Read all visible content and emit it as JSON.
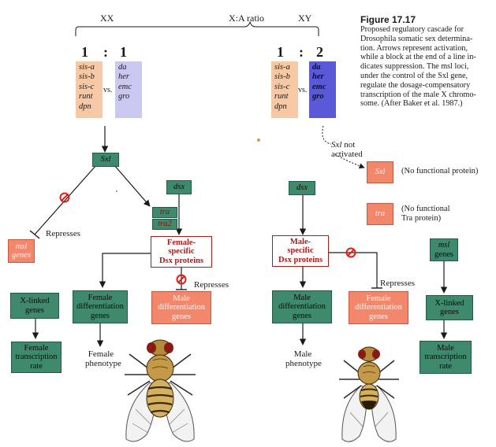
{
  "header": {
    "xx": "XX",
    "ratio": "X:A ratio",
    "xy": "XY"
  },
  "female": {
    "ratio_num": "1",
    "ratio_colon": ":",
    "ratio_den": "1",
    "numerators": [
      "sis-a",
      "sis-b",
      "sis-c",
      "runt",
      "dpn"
    ],
    "vs": "vs.",
    "denominators": [
      "da",
      "her",
      "emc",
      "gro"
    ]
  },
  "male": {
    "ratio_num": "1",
    "ratio_colon": ":",
    "ratio_den": "2",
    "numerators": [
      "sis-a",
      "sis-b",
      "sis-c",
      "runt",
      "dpn"
    ],
    "vs": "vs.",
    "denominators": [
      "da",
      "her",
      "emc",
      "gro"
    ]
  },
  "caption": {
    "title": "Figure 17.17",
    "lines": [
      "Proposed regulatory cascade for",
      "Drosophila somatic sex determina-",
      "tion. Arrows represent activation,",
      "while a block at the end of a line in-",
      "dicates suppression. The msl loci,",
      "under the control of the Sxl gene,",
      "regulate the dosage-compensatory",
      "transcription of the male X chromo-",
      "some. (After Baker et al. 1987.)"
    ]
  },
  "sxl_not_activated": {
    "gene": "Sxl",
    "text1": "not",
    "text2": "activated"
  },
  "nodes": {
    "sxl_female": "Sxl",
    "dsx_female": "dsx",
    "tra": "tra",
    "tra2": "tra2",
    "msl_female_1": "msl",
    "msl_female_2": "genes",
    "female_dsx_1": "Female-",
    "female_dsx_2": "specific",
    "female_dsx_3": "Dsx proteins",
    "x_linked_f_1": "X-linked",
    "x_linked_f_2": "genes",
    "female_tx_1": "Female",
    "female_tx_2": "transcription",
    "female_tx_3": "rate",
    "female_diff_1": "Female",
    "female_diff_2": "differentiation",
    "female_diff_3": "genes",
    "male_diff_f_1": "Male",
    "male_diff_f_2": "differentiation",
    "male_diff_f_3": "genes",
    "dsx_male": "dsx",
    "sxl_male": "Sxl",
    "sxl_male_note_1": "(No functional protein)",
    "tra_male": "tra",
    "tra_male_note_1": "(No functional",
    "tra_male_note_2": "Tra protein)",
    "male_dsx_1": "Male-",
    "male_dsx_2": "specific",
    "male_dsx_3": "Dsx proteins",
    "male_diff_1": "Male",
    "male_diff_2": "differentiation",
    "male_diff_3": "genes",
    "female_diff_m_1": "Female",
    "female_diff_m_2": "differentiation",
    "female_diff_m_3": "genes",
    "msl_male_1": "msl",
    "msl_male_2": "genes",
    "x_linked_m_1": "X-linked",
    "x_linked_m_2": "genes",
    "male_tx_1": "Male",
    "male_tx_2": "transcription",
    "male_tx_3": "rate"
  },
  "labels": {
    "represses_1": "Represses",
    "represses_2": "Represses",
    "represses_3": "Represses",
    "female_phenotype_1": "Female",
    "female_phenotype_2": "phenotype",
    "male_phenotype_1": "Male",
    "male_phenotype_2": "phenotype"
  },
  "colors": {
    "green_box": "#3f8a6c",
    "salmon_box": "#f2876b",
    "peach_column": "#f6c8a6",
    "lavender_column": "#c8c8f0",
    "blue_column": "#5a5ad8",
    "red_text": "#b01818",
    "block_symbol": "#e0201a"
  },
  "icons": [
    "female-fly-icon",
    "male-fly-icon",
    "no-symbol-icon"
  ]
}
